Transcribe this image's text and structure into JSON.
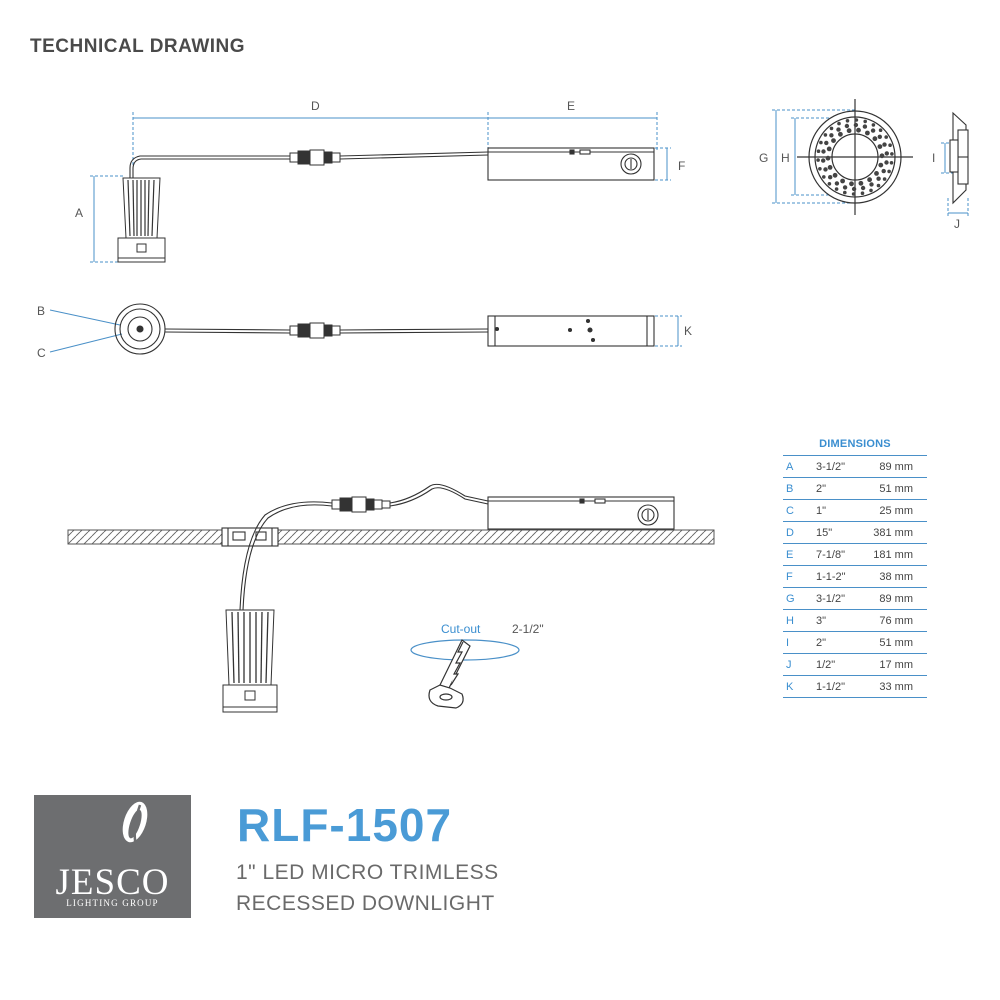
{
  "heading": "TECHNICAL DRAWING",
  "labels": {
    "A": "A",
    "B": "B",
    "C": "C",
    "D": "D",
    "E": "E",
    "F": "F",
    "G": "G",
    "H": "H",
    "I": "I",
    "J": "J",
    "K": "K",
    "cutout": "Cut-out",
    "cutout_size": "2-1/2\""
  },
  "dimensions": {
    "title": "DIMENSIONS",
    "rows": [
      {
        "key": "A",
        "inches": "3-1/2\"",
        "mm": "89 mm"
      },
      {
        "key": "B",
        "inches": "2\"",
        "mm": "51 mm"
      },
      {
        "key": "C",
        "inches": "1\"",
        "mm": "25 mm"
      },
      {
        "key": "D",
        "inches": "15\"",
        "mm": "381 mm"
      },
      {
        "key": "E",
        "inches": "7-1/8\"",
        "mm": "181 mm"
      },
      {
        "key": "F",
        "inches": "1-1-2\"",
        "mm": "38 mm"
      },
      {
        "key": "G",
        "inches": "3-1/2\"",
        "mm": "89 mm"
      },
      {
        "key": "H",
        "inches": "3\"",
        "mm": "76 mm"
      },
      {
        "key": "I",
        "inches": "2\"",
        "mm": "51 mm"
      },
      {
        "key": "J",
        "inches": "1/2\"",
        "mm": "17 mm"
      },
      {
        "key": "K",
        "inches": "1-1/2\"",
        "mm": "33 mm"
      }
    ]
  },
  "brand": {
    "name": "JESCO",
    "subtitle": "LIGHTING GROUP",
    "model": "RLF-1507",
    "line1": "1\" LED MICRO TRIMLESS",
    "line2": "RECESSED DOWNLIGHT"
  },
  "colors": {
    "accent_blue": "#4a9bd6",
    "logo_gray": "#6d6e70",
    "line_dark": "#333333"
  }
}
